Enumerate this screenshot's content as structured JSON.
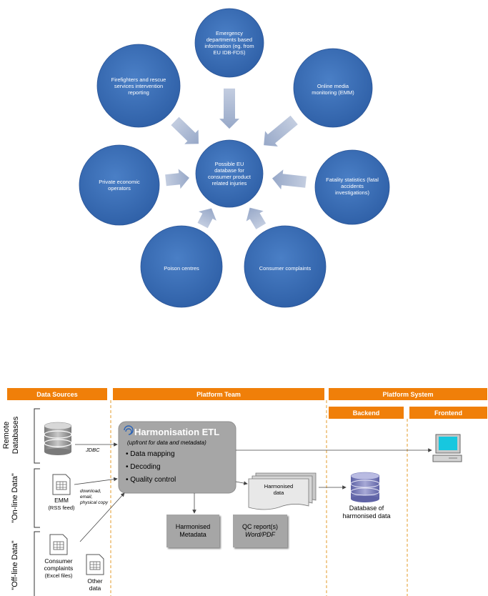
{
  "wheel": {
    "center": "Possible EU database for consumer product related injuries",
    "nodes": [
      {
        "id": "emergency",
        "label": "Emergency departments based information (eg. from EU IDB-FDS)"
      },
      {
        "id": "media",
        "label": "Online media monitoring (EMM)"
      },
      {
        "id": "fatality",
        "label": "Fatality statistics (fatal accidents investigations)"
      },
      {
        "id": "complaints",
        "label": "Consumer complaints"
      },
      {
        "id": "poison",
        "label": "Poison centres"
      },
      {
        "id": "private",
        "label": "Private economic operators"
      },
      {
        "id": "firefighters",
        "label": "Firefighters and rescue services intervention reporting"
      }
    ],
    "colors": {
      "circle": "#3a6eb7",
      "arrow": "#a3b2ce"
    }
  },
  "etl": {
    "headers": {
      "sources": "Data Sources",
      "team": "Platform Team",
      "system": "Platform System",
      "backend": "Backend",
      "frontend": "Frontend"
    },
    "side_labels": {
      "remote": "Remote Databases",
      "online": "\"On-line Data\"",
      "offline": "\"Off-line Data\""
    },
    "harmonisation": {
      "title": "Harmonisation ETL",
      "subtitle": "(upfront for data and metadata)",
      "bullets": [
        "Data mapping",
        "Decoding",
        "Quality control"
      ]
    },
    "jdbc": "JDBC",
    "emm": {
      "line1": "EMM",
      "line2": "(RSS feed)"
    },
    "consumer": {
      "line1": "Consumer",
      "line2": "complaints",
      "line3": "(Excel files)"
    },
    "other": {
      "line1": "Other",
      "line2": "data"
    },
    "transfer_note": [
      "download,",
      "email,",
      "physical copy"
    ],
    "harmonised_data": [
      "Harmonised",
      "data"
    ],
    "metadata": [
      "Harmonised",
      "Metadata"
    ],
    "qc": [
      "QC report(s)",
      "Word/PDF"
    ],
    "database": [
      "Database of",
      "harmonised data"
    ],
    "colors": {
      "header": "#f07f09",
      "box": "#a6a6a6",
      "dash": "#e39b2a"
    }
  }
}
